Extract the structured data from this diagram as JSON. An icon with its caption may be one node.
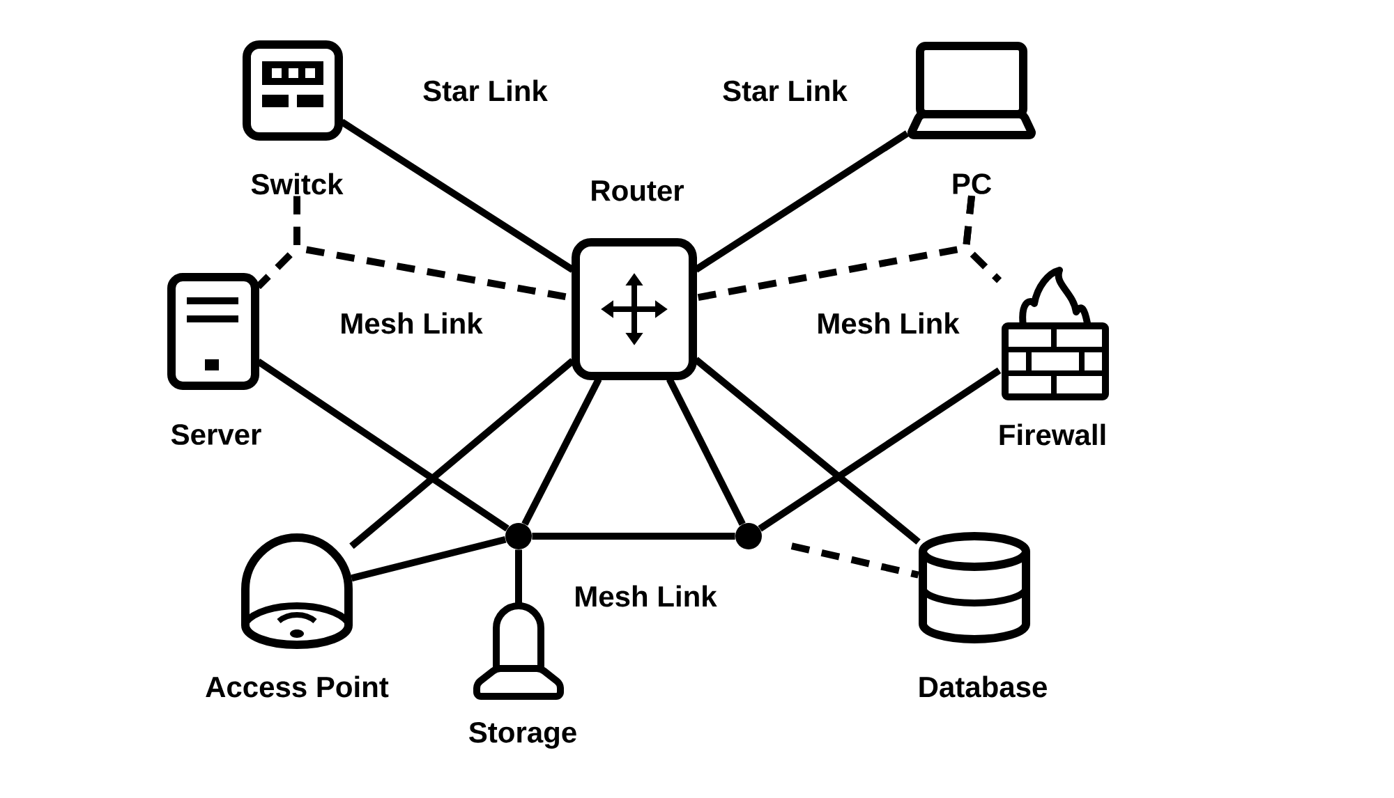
{
  "diagram": {
    "nodes": [
      {
        "text": [
          "Switck"
        ]
      },
      {
        "text": [
          "Router"
        ]
      },
      {
        "text": [
          "PC"
        ]
      },
      {
        "text": [
          "Server"
        ]
      },
      {
        "text": [
          "Firewall"
        ]
      },
      {
        "text": [
          "Access Point"
        ]
      },
      {
        "text": [
          "Storage"
        ]
      },
      {
        "text": [
          "Database"
        ]
      },
      {
        "text": [],
        "shape": "circle"
      },
      {
        "text": [],
        "shape": "circle"
      }
    ],
    "edges": [
      {
        "from": 0,
        "to": 1,
        "arrow": "none"
      },
      {
        "from": 2,
        "to": 1,
        "arrow": "none"
      },
      {
        "from": 0,
        "to": 1,
        "arrow": "none",
        "style": "dashed"
      },
      {
        "from": 0,
        "to": 3,
        "arrow": "none",
        "style": "dashed"
      },
      {
        "from": 2,
        "to": 1,
        "arrow": "none",
        "style": "dashed"
      },
      {
        "from": 2,
        "to": 4,
        "arrow": "none",
        "style": "dashed"
      },
      {
        "from": 1,
        "to": 5,
        "arrow": "none"
      },
      {
        "from": 3,
        "to": 8,
        "arrow": "none"
      },
      {
        "from": 5,
        "to": 8,
        "arrow": "none"
      },
      {
        "from": 1,
        "to": 8,
        "arrow": "none"
      },
      {
        "from": 1,
        "to": 9,
        "arrow": "none"
      },
      {
        "from": 8,
        "to": 9,
        "arrow": "none"
      },
      {
        "from": 8,
        "to": 6,
        "arrow": "none"
      },
      {
        "from": 1,
        "to": 7,
        "arrow": "none"
      },
      {
        "from": 9,
        "to": 4,
        "arrow": "none"
      },
      {
        "from": 9,
        "to": 7,
        "arrow": "none",
        "style": "dashed"
      }
    ],
    "labels": [
      "Star Link",
      "Star Link",
      "Mesh Link",
      "Mesh Link",
      "Mesh Link"
    ]
  }
}
